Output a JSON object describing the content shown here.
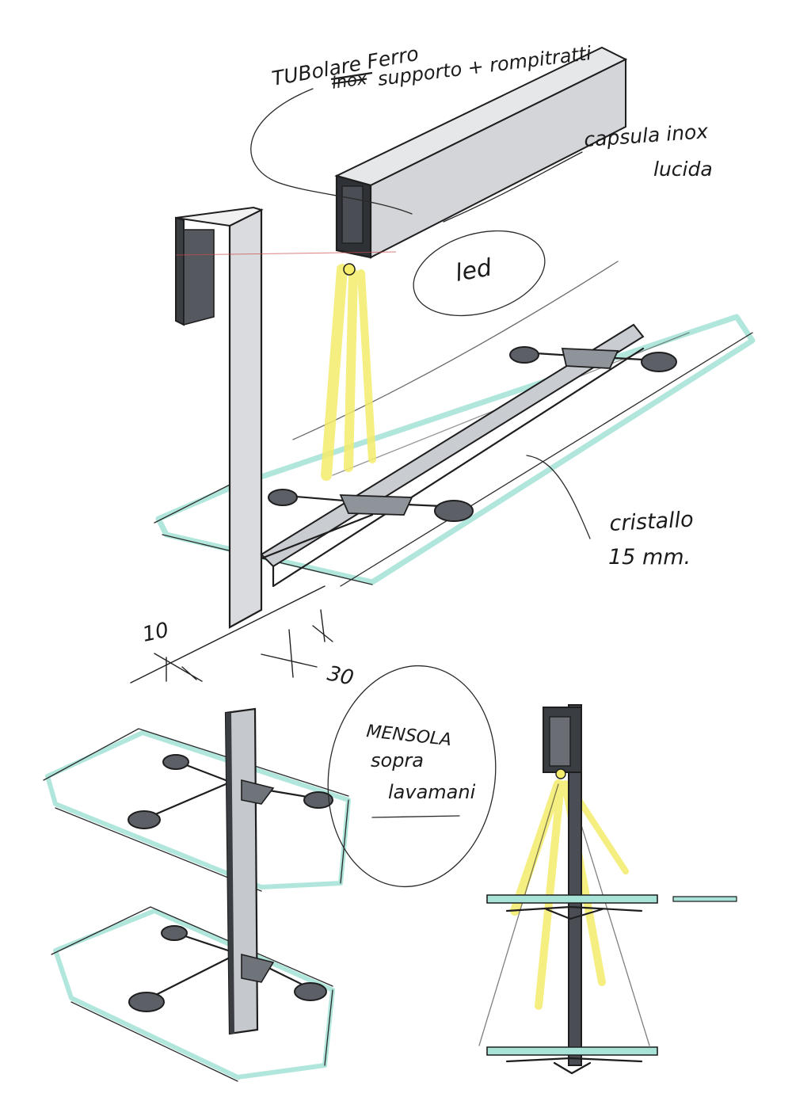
{
  "annotations": {
    "tubolare_line1": "TUBolare Ferro",
    "tubolare_line2_struck": "inox",
    "tubolare_line2": "supporto + rompitratti",
    "capsula_line1": "capsula inox",
    "capsula_line2": "lucida",
    "led": "led",
    "cristallo_line1": "cristallo",
    "cristallo_line2": "15 mm.",
    "mensola_line1": "MENSOLA",
    "mensola_line2": "sopra",
    "mensola_line3": "lavamani"
  },
  "dimensions": {
    "dim_a": "10",
    "dim_b": "30"
  },
  "colors": {
    "ink": "#1e1e1e",
    "metal_grey": "#8f949a",
    "metal_dark": "#4a4e54",
    "led_yellow": "#f4ec6a",
    "glass_cyan": "#a8e3d8",
    "paper": "#ffffff"
  }
}
